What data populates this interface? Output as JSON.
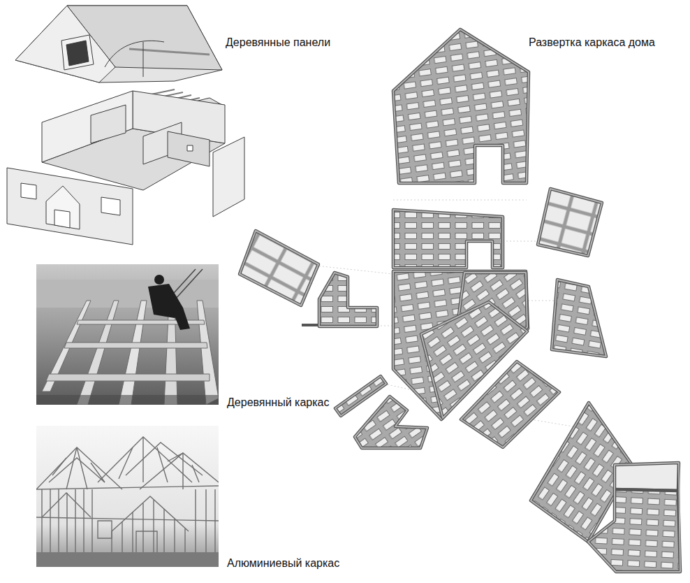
{
  "diagram": {
    "labels": [
      "Деревянные панели",
      "Развертка каркаса дома",
      "Деревянный каркас",
      "Алюминиевый каркас"
    ]
  }
}
